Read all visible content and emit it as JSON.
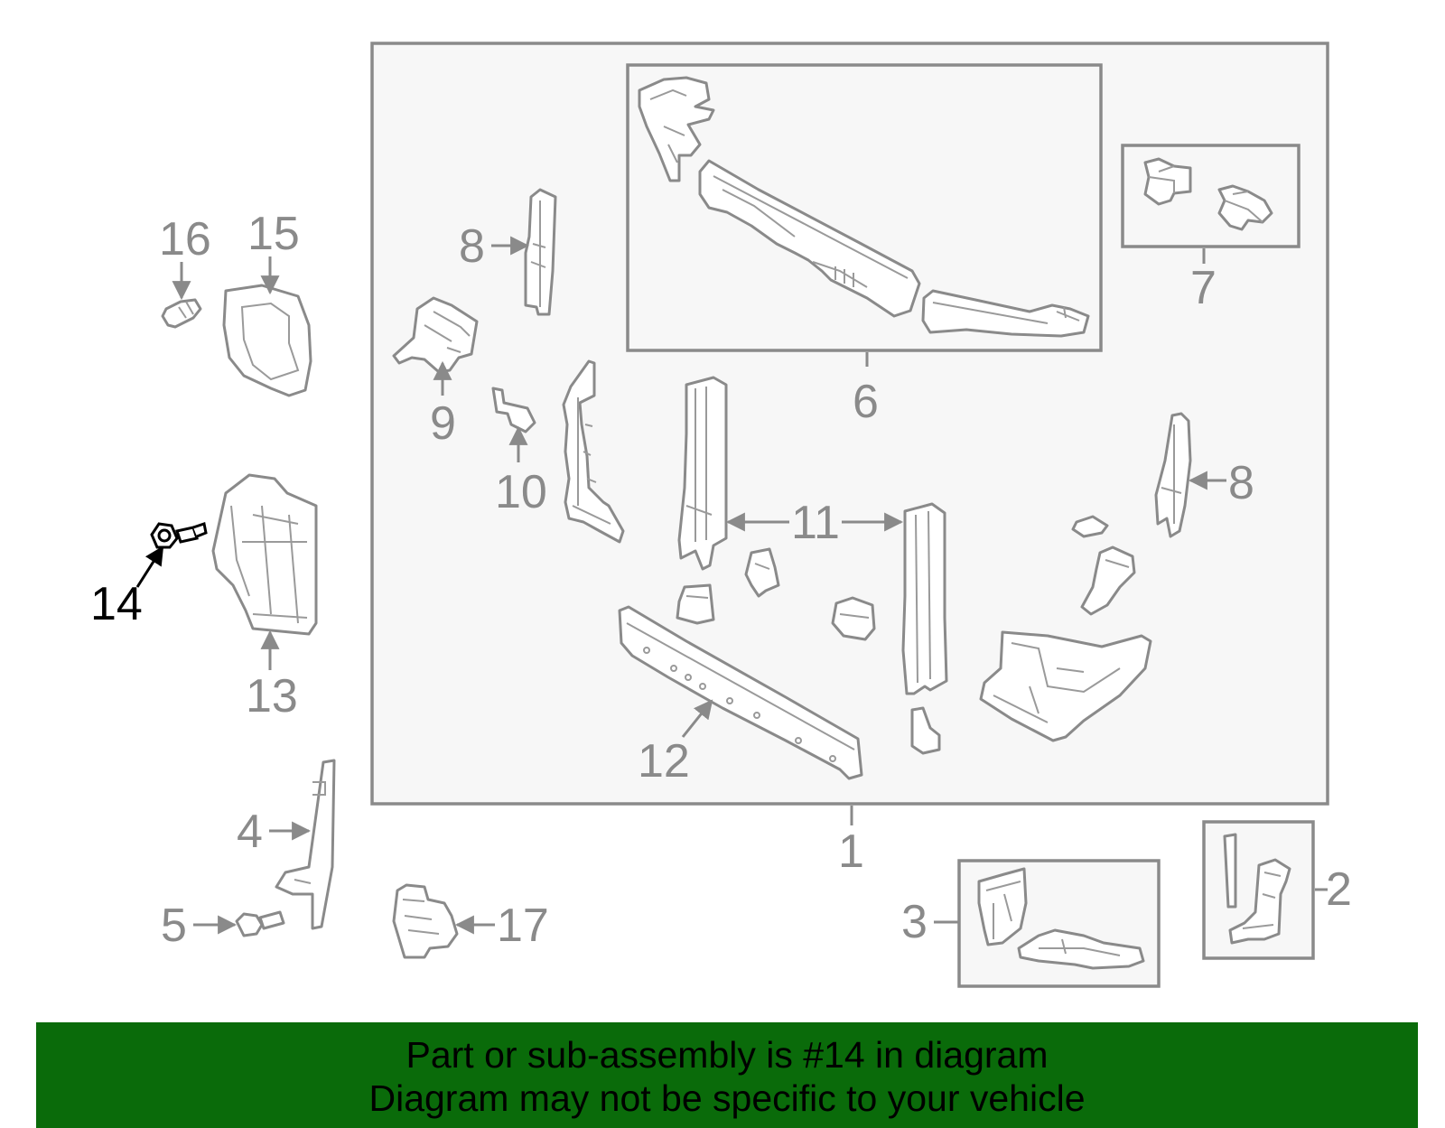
{
  "diagram": {
    "highlighted_part": "14",
    "highlight_color": "#000000",
    "part_color": "#8a8a8a",
    "callouts": {
      "c1": "1",
      "c2": "2",
      "c3": "3",
      "c4": "4",
      "c5": "5",
      "c6": "6",
      "c7": "7",
      "c8a": "8",
      "c8b": "8",
      "c9": "9",
      "c10": "10",
      "c11": "11",
      "c12": "12",
      "c13": "13",
      "c14": "14",
      "c15": "15",
      "c16": "16",
      "c17": "17"
    }
  },
  "banner": {
    "line1": "Part or sub-assembly is #14 in diagram",
    "line2": "Diagram may not be specific to your vehicle",
    "background": "#0a6b0a"
  }
}
